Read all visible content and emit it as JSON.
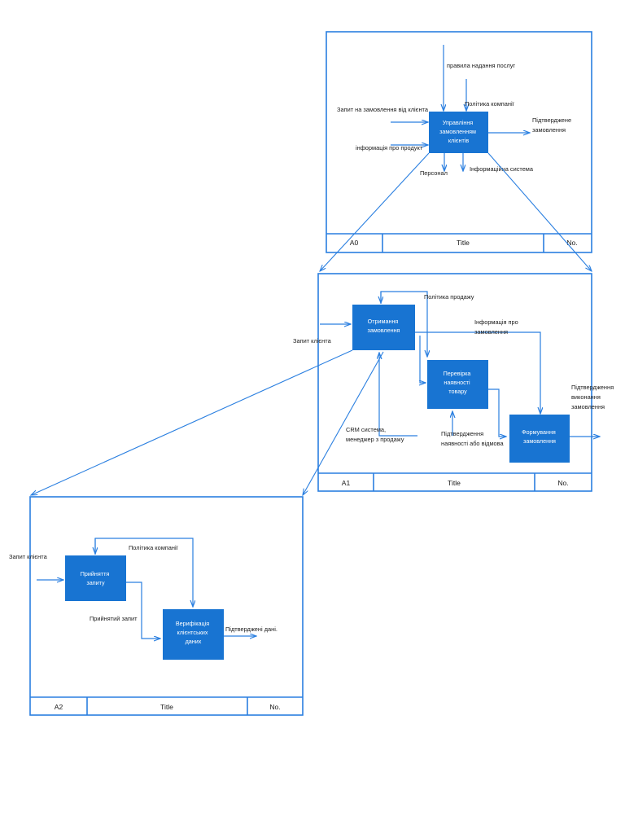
{
  "diagram": {
    "type": "IDEF0 decomposition hierarchy",
    "accent_color": "#2a7fe0",
    "box_fill": "#1874d2",
    "box_text_color": "#ffffff",
    "label_color": "#1a1a1a",
    "background": "#ffffff"
  },
  "levels": [
    {
      "id": "A0",
      "titlebar": {
        "left": "A0",
        "center": "Title",
        "right": "No."
      },
      "activities": [
        {
          "id": "a0-main",
          "lines": [
            "Управління",
            "замовленням",
            "клієнтів"
          ]
        }
      ],
      "labels": [
        {
          "id": "a0-control-1",
          "text": "правила надання послуг"
        },
        {
          "id": "a0-control-2",
          "text": "Політика компанії"
        },
        {
          "id": "a0-input-1",
          "text": "Запит на замовлення від клієнта"
        },
        {
          "id": "a0-input-2",
          "text": "інформація про продукт"
        },
        {
          "id": "a0-output-1",
          "lines": [
            "Підтверджене",
            "замовлення"
          ]
        },
        {
          "id": "a0-mech-1",
          "text": "Персонал"
        },
        {
          "id": "a0-mech-2",
          "text": "Інформаційна система"
        }
      ]
    },
    {
      "id": "A1",
      "titlebar": {
        "left": "A1",
        "center": "Title",
        "right": "No."
      },
      "activities": [
        {
          "id": "a1-b1",
          "lines": [
            "Отримання",
            "замовлення"
          ]
        },
        {
          "id": "a1-b2",
          "lines": [
            "Перевірка",
            "наявності",
            "товару"
          ]
        },
        {
          "id": "a1-b3",
          "lines": [
            "Формування",
            "замовлення"
          ]
        }
      ],
      "labels": [
        {
          "id": "a1-control-1",
          "text": "Політика продажу"
        },
        {
          "id": "a1-input-1",
          "text": "Запит клієнта"
        },
        {
          "id": "a1-flow-1",
          "lines": [
            "Інформація про",
            "замовлення"
          ]
        },
        {
          "id": "a1-mech-1",
          "lines": [
            "CRM система,",
            "менеджер з продажу"
          ]
        },
        {
          "id": "a1-flow-2",
          "lines": [
            "Підтвердження",
            "наявності або відмова"
          ]
        },
        {
          "id": "a1-output-1",
          "lines": [
            "Підтвердження",
            "виконання",
            "замовлення"
          ]
        }
      ]
    },
    {
      "id": "A2",
      "titlebar": {
        "left": "A2",
        "center": "Title",
        "right": "No."
      },
      "activities": [
        {
          "id": "a2-b1",
          "lines": [
            "Прийняття",
            "запиту"
          ]
        },
        {
          "id": "a2-b2",
          "lines": [
            "Верифікація",
            "клієнтських",
            "даних"
          ]
        }
      ],
      "labels": [
        {
          "id": "a2-control-1",
          "text": "Політика компанії"
        },
        {
          "id": "a2-input-1",
          "text": "Запит клієнта"
        },
        {
          "id": "a2-flow-1",
          "text": "Прийнятий запит"
        },
        {
          "id": "a2-output-1",
          "text": "Підтверджені дані."
        }
      ]
    }
  ]
}
